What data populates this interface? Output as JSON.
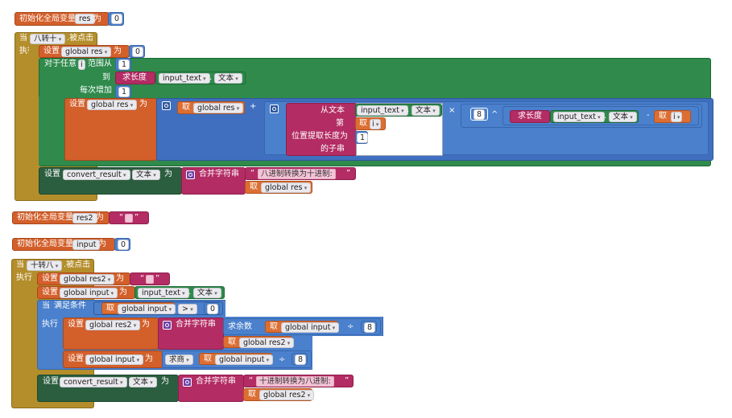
{
  "labels": {
    "init_global": "初始化全局变量",
    "as": "为",
    "when": "当",
    "clicked": ".被点击",
    "do": "执行",
    "set": "设置",
    "for_each": "对于任意",
    "range_from": "范围从",
    "to": "到",
    "step": "每次增加",
    "length": "求长度",
    "get": "取",
    "from_text": "从文本",
    "nth": "第",
    "pos_len": "位置提取长度为",
    "substring": "的子串",
    "join": "合并字符串",
    "if_cond": "满足条件",
    "modulo": "求余数",
    "quotient": "求商",
    "dot": "."
  },
  "vars": {
    "res": "res",
    "res2": "res2",
    "input": "input",
    "global_res": "global res",
    "global_res2": "global res2",
    "global_input": "global input",
    "i": "i",
    "input_text": "input_text",
    "text_prop": "文本",
    "convert_result": "convert_result"
  },
  "buttons": {
    "oct_to_dec": "八转十",
    "dec_to_oct": "十转八"
  },
  "strings": {
    "oct_dec": "八进制转换为十进制:",
    "dec_oct": "十进制转换为八进制:"
  },
  "numbers": {
    "zero": "0",
    "one": "1",
    "eight": "8"
  },
  "ops": {
    "plus": "+",
    "times": "×",
    "power": "^",
    "minus": "-",
    "gt": ">",
    "div": "÷"
  }
}
